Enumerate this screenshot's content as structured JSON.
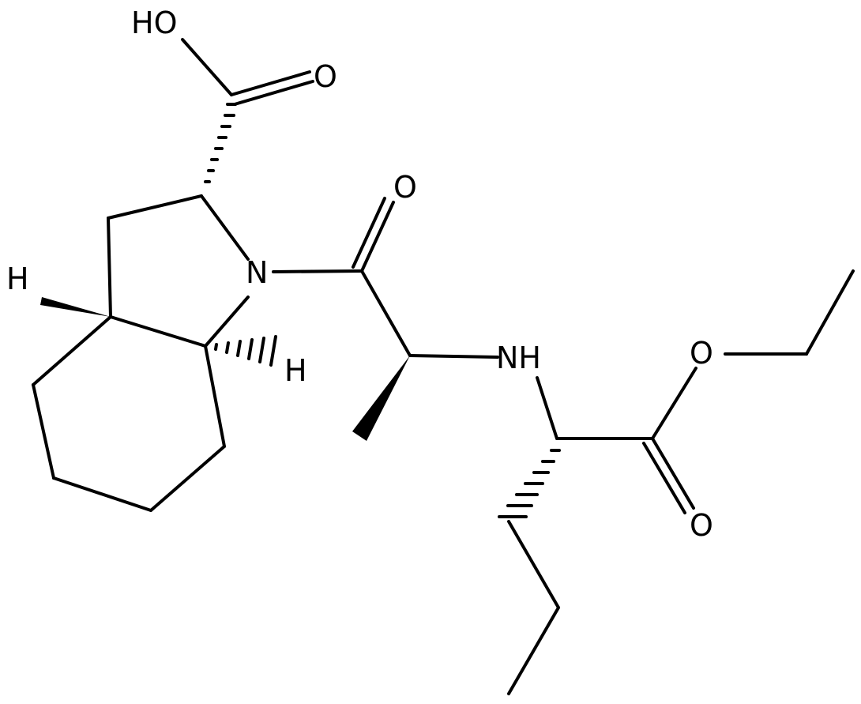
{
  "molecule": {
    "atom_labels": {
      "hydroxyl": "HO",
      "acid_carbonyl_oxygen": "O",
      "amide_oxygen": "O",
      "ring_nitrogen": "N",
      "amine": "NH",
      "ester_oxygen": "O",
      "ester_carbonyl_oxygen": "O",
      "h_3a": "H",
      "h_7a": "H"
    },
    "colors": {
      "bond": "#000000",
      "label": "#000000",
      "background": "#ffffff"
    }
  }
}
